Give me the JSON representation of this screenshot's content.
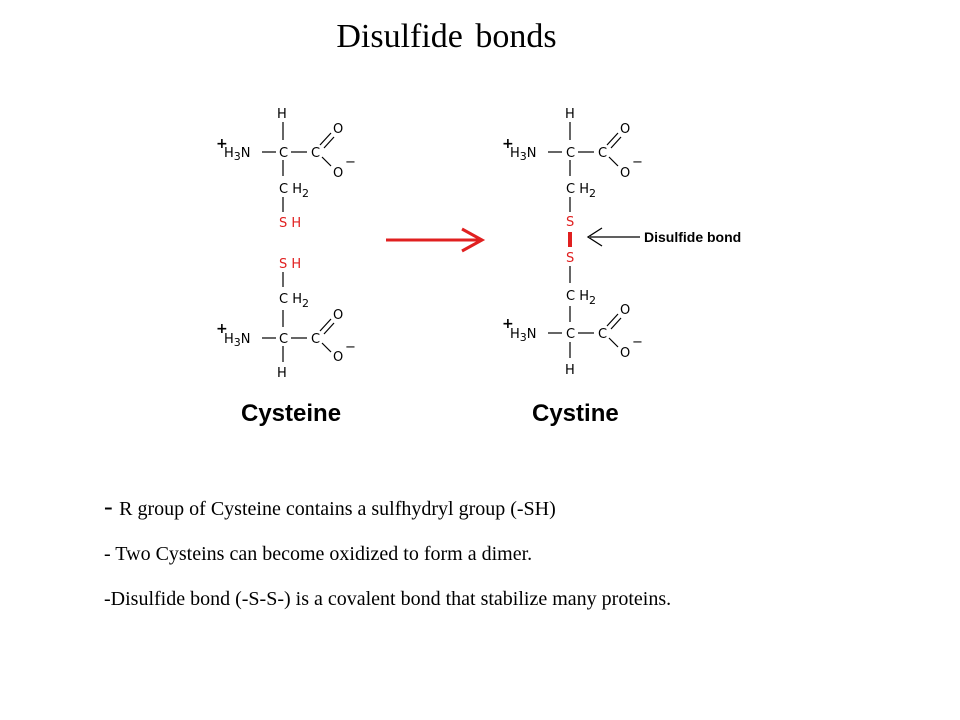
{
  "title": "Disulfide bonds",
  "labels": {
    "left_molecule": "Cysteine",
    "right_molecule": "Cystine",
    "callout": "Disulfide bond"
  },
  "atoms": {
    "H": "H",
    "N": "N",
    "C": "C",
    "O": "O",
    "S": "S",
    "SH": "S H",
    "CH": "C H",
    "H3": "H",
    "sub3": "3",
    "sub2": "2",
    "plus": "+",
    "minus": "−"
  },
  "bullets": [
    {
      "lead": "- ",
      "text": "R group of Cysteine contains a sulfhydryl group (-SH)"
    },
    {
      "lead": "",
      "text": "- Two Cysteins can become oxidized to form a dimer."
    },
    {
      "lead": "",
      "text": "-Disulfide bond (-S-S-) is a covalent bond that stabilize many proteins."
    }
  ],
  "colors": {
    "sulfur": "#e02020",
    "arrow": "#e02020",
    "text": "#000000"
  }
}
